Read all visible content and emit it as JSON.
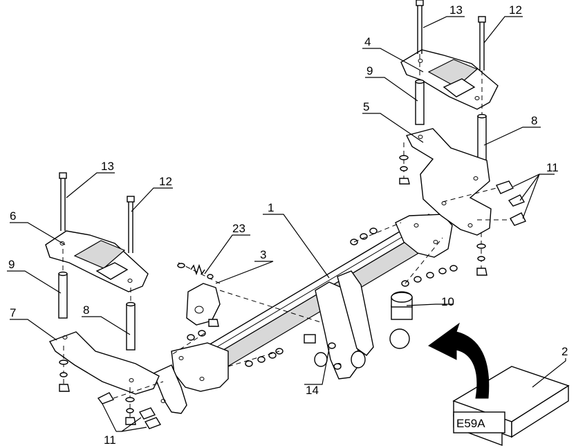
{
  "callouts": {
    "c1": "1",
    "c2": "2",
    "c3": "3",
    "c4": "4",
    "c5": "5",
    "c6": "6",
    "c7": "7",
    "c8a": "8",
    "c8b": "8",
    "c9a": "9",
    "c9b": "9",
    "c10": "10",
    "c11a": "11",
    "c11b": "11",
    "c12a": "12",
    "c12b": "12",
    "c13a": "13",
    "c13b": "13",
    "c14": "14",
    "c23": "23"
  },
  "kit_box": {
    "label": "E59A"
  }
}
